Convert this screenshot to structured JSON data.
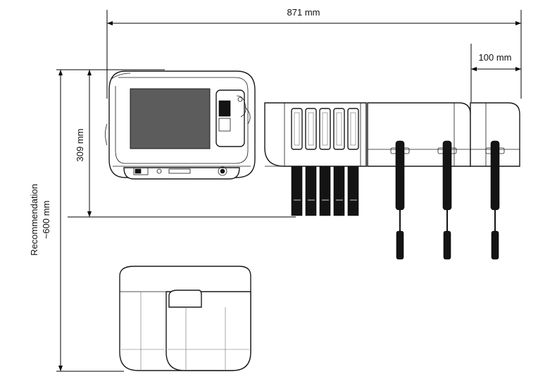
{
  "dimensions": {
    "overall_width": "871 mm",
    "holder_spacing": "100 mm",
    "unit_height": "309 mm",
    "recommended_height_line1": "Recommendation",
    "recommended_height_line2": "~600 mm"
  },
  "colors": {
    "line": "#1a1a1a",
    "screen": "#5c5c5c",
    "instrument": "#141414"
  }
}
